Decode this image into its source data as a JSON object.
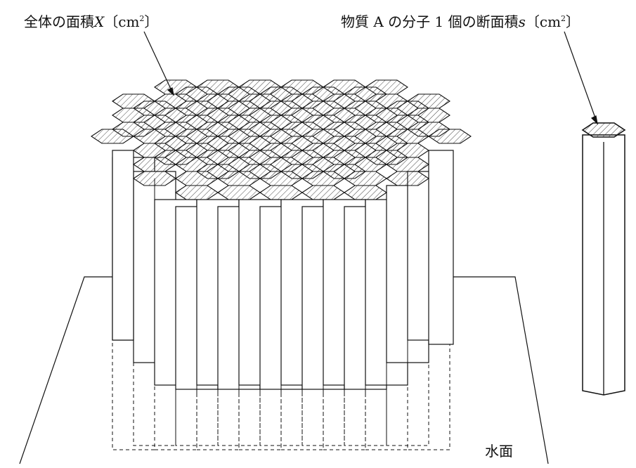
{
  "labels": {
    "total_area": {
      "prefix": "全体の面積",
      "var": "X",
      "open": "〔",
      "unit": "cm",
      "exp": "2",
      "close": "〕"
    },
    "single_area": {
      "prefix": "物質 A の分子 1 個の断面積",
      "var": "s",
      "open": "〔",
      "unit": "cm",
      "exp": "2",
      "close": "〕"
    },
    "water_surface": "水面"
  },
  "colors": {
    "stroke": "#111111",
    "hatch": "#333333",
    "background": "#ffffff"
  },
  "icons": {
    "molecule": "hexagonal-prism",
    "monolayer": "hexagonal-honeycomb-cluster"
  }
}
